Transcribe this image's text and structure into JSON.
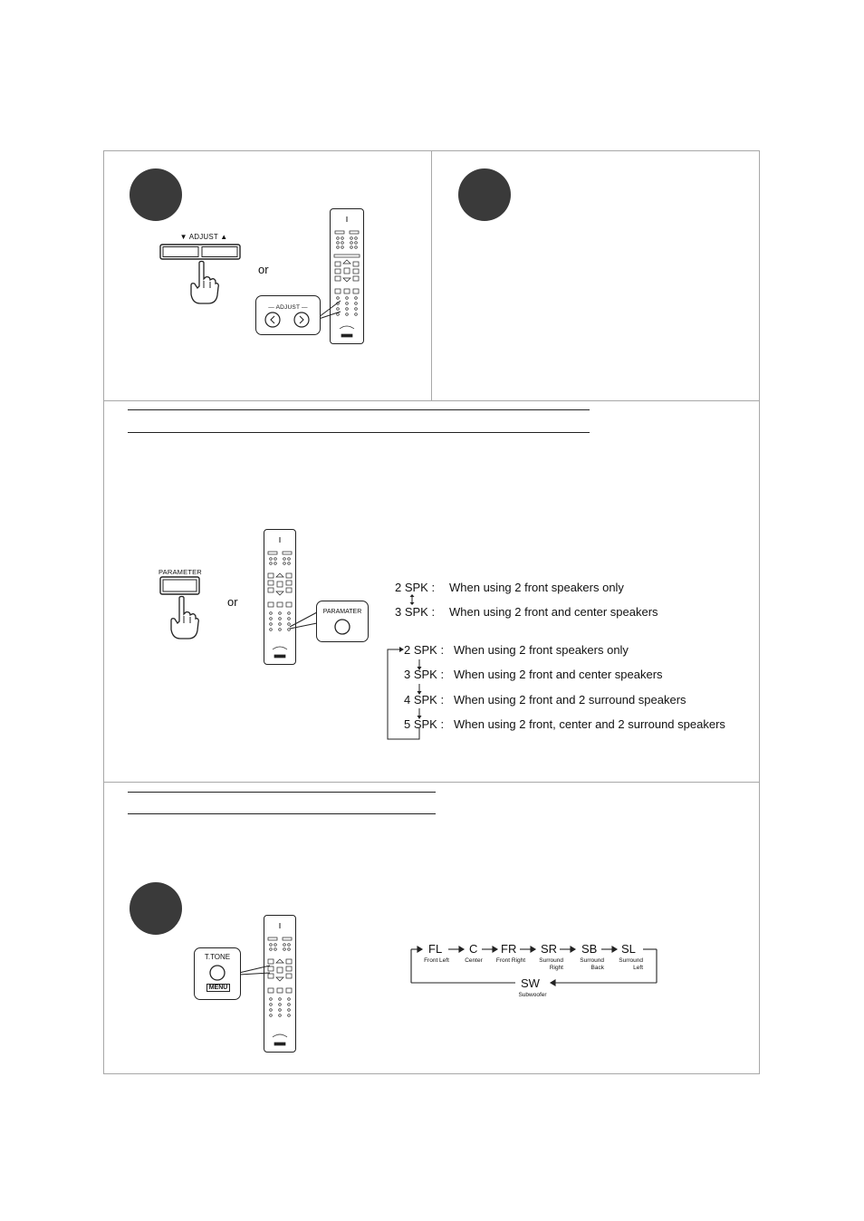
{
  "section1": {
    "adjust_label": "▼ ADJUST ▲",
    "or_text": "or",
    "remote_adjust_label": "— ADJUST —"
  },
  "section2": {
    "parameter_label": "PARAMETER",
    "or_text": "or",
    "remote_callout_label": "PARAMATER",
    "list_a": [
      {
        "code": "2 SPK :",
        "desc": "When using 2 front speakers only"
      },
      {
        "code": "3 SPK :",
        "desc": "When using 2 front and center speakers"
      }
    ],
    "list_b": [
      {
        "code": "2 SPK :",
        "desc": "When using 2 front speakers only"
      },
      {
        "code": "3 SPK :",
        "desc": "When using 2 front and center speakers"
      },
      {
        "code": "4 SPK :",
        "desc": "When using 2 front and 2 surround speakers"
      },
      {
        "code": "5 SPK :",
        "desc": "When using 2 front, center and 2 surround speakers"
      }
    ]
  },
  "section3": {
    "ttone_label": "T.TONE",
    "menu_label": "MENU",
    "flow": [
      {
        "code": "FL",
        "name": "Front Left"
      },
      {
        "code": "C",
        "name": "Center"
      },
      {
        "code": "FR",
        "name": "Front Right"
      },
      {
        "code": "SR",
        "name": "Surround Right"
      },
      {
        "code": "SB",
        "name": "Surround Back"
      },
      {
        "code": "SL",
        "name": "Surround Left"
      }
    ],
    "sw": {
      "code": "SW",
      "name": "Subwoofer"
    }
  }
}
